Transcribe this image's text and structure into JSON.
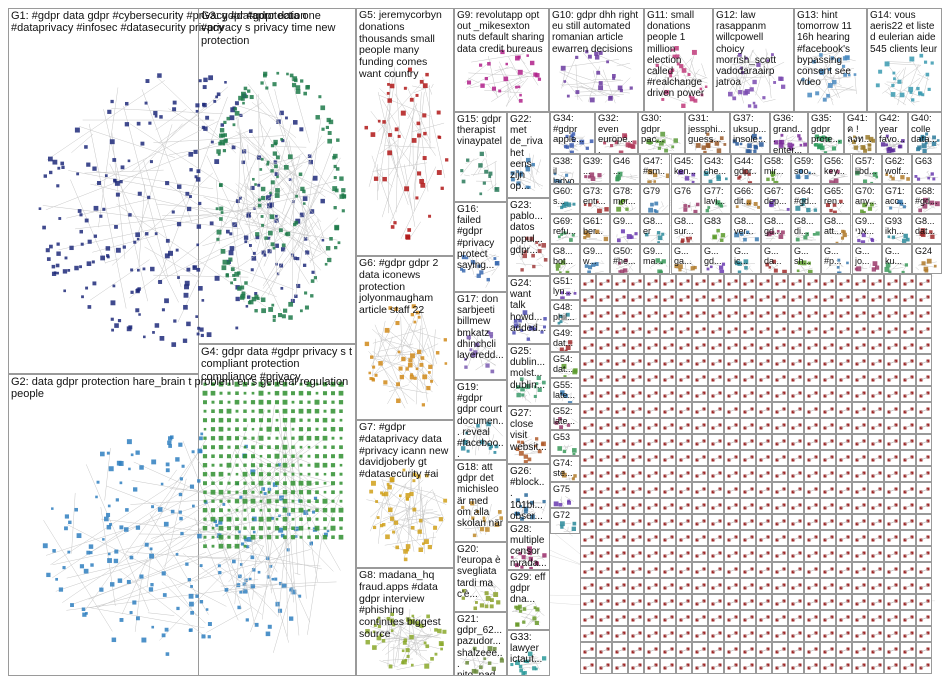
{
  "groups": [
    {
      "id": "G1",
      "label": "G1: #gdpr data gdpr #cybersecurity #privacy #dataprotection #dataprivacy #infosec #datasecurity privacy",
      "color": "#1f2a7a"
    },
    {
      "id": "G2",
      "label": "G2: data gdpr protection hare_brain t problem eu's general regulation people",
      "color": "#2f7fc0"
    },
    {
      "id": "G3",
      "label": "G3: gdpr #gdpr data one #privacy s privacy time new protection",
      "color": "#1f7a4a"
    },
    {
      "id": "G4",
      "label": "G4: gdpr data #gdpr privacy s t compliant protection compliance #privacy",
      "color": "#2f8f2f"
    },
    {
      "id": "G5",
      "label": "G5: jeremycorbyn donations thousands small people many funding comes want country",
      "color": "#b01818"
    },
    {
      "id": "G6",
      "label": "G6: #gdpr gdpr 2 data iconews protection jolyonmaugham article staff 22",
      "color": "#d08a1a"
    },
    {
      "id": "G7",
      "label": "G7: #gdpr #dataprivacy data #privacy icann new davidjoberly gt #datasecurity #ai",
      "color": "#d0a01a"
    },
    {
      "id": "G8",
      "label": "G8: madana_hq fraud.apps #data gdpr interview #phishing continues biggest source",
      "color": "#8aa82a"
    },
    {
      "id": "G9",
      "label": "G9: revolutapp opt out _mikesexton nuts default sharing data credit bureaus",
      "color": "#b0208a"
    },
    {
      "id": "G10",
      "label": "G10: gdpr dhh right eu still automated romanian article ewarren decisions",
      "color": "#6a3aa0"
    },
    {
      "id": "G11",
      "label": "G11: small donations people 1 million election called #realchange driven power",
      "color": "#c03a7a"
    },
    {
      "id": "G12",
      "label": "G12: law rasappanm willcpowell choicy morrish_scott vadodaraairp jatroa",
      "color": "#7a4ab0"
    },
    {
      "id": "G13",
      "label": "G13: hint tomorrow 11 16h hearing #facebook's bypassing consent see video",
      "color": "#4a8ac0"
    },
    {
      "id": "G14",
      "label": "G14: vous aeris22 et liste d eulerian aide 545 clients leur",
      "color": "#3a9ab0"
    },
    {
      "id": "G15",
      "label": "G15: gdpr therapist vinaypatel",
      "color": "#2a7a5a"
    },
    {
      "id": "G16",
      "label": "G16: failed #gdpr #privacy protect saying...",
      "color": "#3a6ab0"
    },
    {
      "id": "G17",
      "label": "G17: don sarbjeeti billmew bmkatz dhinchcli layeredd...",
      "color": "#7a5ab0"
    },
    {
      "id": "G19",
      "label": "G19: #gdpr gdpr court documen... reveal #faceboo...",
      "color": "#2a8aa0"
    },
    {
      "id": "G18",
      "label": "G18: att gdpr det michisleo är med om alla skolan när",
      "color": "#c08a2a"
    },
    {
      "id": "G20",
      "label": "G20: l'europa è svegliata tardi ma c'è...",
      "color": "#8aa02a"
    },
    {
      "id": "G21",
      "label": "G21: gdpr_62... pazudor... shalzeee... nito_pad...",
      "color": "#6a8a3a"
    },
    {
      "id": "G22",
      "label": "G22: met de_riva het eens zijn op...",
      "color": "#3a7ab0"
    },
    {
      "id": "G23",
      "label": "G23: pablo... datos popul... gdpr...",
      "color": "#a03a3a"
    },
    {
      "id": "G24",
      "label": "G24: want talk howd... added...",
      "color": "#4a4ab0"
    },
    {
      "id": "G25",
      "label": "G25: dublin... molst... dublin...",
      "color": "#3a9a6a"
    },
    {
      "id": "G27",
      "label": "G27: close visit websit...",
      "color": "#b05a2a"
    },
    {
      "id": "G26",
      "label": "G26: #block... 101bl... obser...",
      "color": "#2a6a9a"
    },
    {
      "id": "G28",
      "label": "G28: multiple censor mrada...",
      "color": "#9a2a6a"
    },
    {
      "id": "G29",
      "label": "G29: eff gdpr dna...",
      "color": "#6a9a2a"
    },
    {
      "id": "G33",
      "label": "G33: lawyer ictaut...",
      "color": "#2a9a9a"
    },
    {
      "id": "G34",
      "label": "G34: #gdpr apple...",
      "color": "#3a5ab0"
    },
    {
      "id": "G32",
      "label": "G32: even europe...",
      "color": "#b03a5a"
    },
    {
      "id": "G30",
      "label": "G30: gdpr pac...",
      "color": "#5a9a3a"
    },
    {
      "id": "G31",
      "label": "G31: jessphi... guess...",
      "color": "#9a5a2a"
    },
    {
      "id": "G37",
      "label": "G37: uksup... insole...",
      "color": "#2a5a9a"
    },
    {
      "id": "G36",
      "label": "G36: grand... enter...",
      "color": "#7a2a9a"
    },
    {
      "id": "G35",
      "label": "G35: gdpr prote...",
      "color": "#2a9a5a"
    },
    {
      "id": "G41",
      "label": "G41: ค ! ลงท...",
      "color": "#9a7a2a"
    },
    {
      "id": "G42",
      "label": "G42: year favo...",
      "color": "#5a2a9a"
    },
    {
      "id": "G40",
      "label": "G40: colle data...",
      "color": "#2a7a9a"
    }
  ],
  "small_groups": [
    "G38: il ladyo...",
    "G39: ...",
    "G46 ...",
    "G47: #sm...",
    "G45: ken...",
    "G43: che...",
    "G44: gdpr...",
    "G58: mir...",
    "G59: soo...",
    "G56: key...",
    "G57: libd...",
    "G62: wolf...",
    "G63",
    "G60: s...",
    "G73: entr...",
    "G78: mor...",
    "G79",
    "G76",
    "G77: lavi...",
    "G66: dit...",
    "G67: dep...",
    "G64: #gd...",
    "G65: ren...",
    "G70: any...",
    "G71: acc...",
    "G68: #gd...",
    "G69: refu...",
    "G61: ber...",
    "G9...",
    "G8... er",
    "G8... sur...",
    "G83",
    "G8... ver...",
    "G8... gd...",
    "G8... di...",
    "G8... att...",
    "G9... אני...",
    "G93 ikh...",
    "G8... dat...",
    "G8... bot...",
    "G9... w...",
    "G50: #he...",
    "G9... ma...",
    "G... ga...",
    "G... gd...",
    "G... ic...",
    "G... da...",
    "G... sh...",
    "G... #p...",
    "G... jo...",
    "G... ku...",
    "G24",
    "G51: lyn...",
    "G48: phil...",
    "G49: dat...",
    "G54: dat...",
    "G55: late...",
    "G52: late...",
    "G53",
    "G74: ste...",
    "G75",
    "G72"
  ]
}
